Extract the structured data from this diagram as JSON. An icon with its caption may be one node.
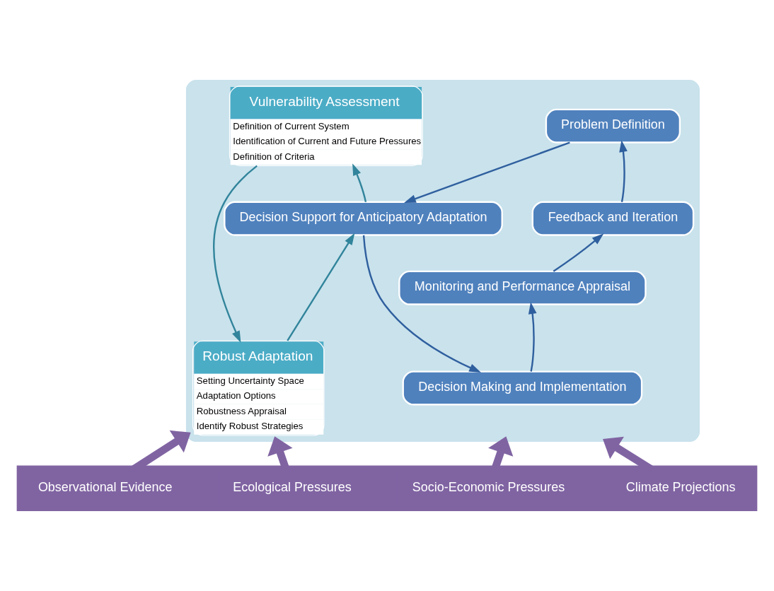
{
  "diagram": {
    "nodes": [
      {
        "text": [],
        "shape": "box"
      },
      {
        "text": [
          "Problem Definition"
        ],
        "in": 0
      },
      {
        "text": [
          "Feedback and Iteration"
        ],
        "in": 0
      },
      {
        "text": [
          "Monitoring and Performance Appraisal"
        ],
        "in": 0
      },
      {
        "text": [
          "Decision Making and Implementation"
        ],
        "in": 0
      },
      {
        "text": [
          "Decision Support for Anticipatory Adaptation"
        ],
        "in": 0
      },
      {
        "text": [
          "Vulnerability Assessment",
          "Definition of Current System",
          "Identification of Current and Future Pressures",
          "Definition of Criteria"
        ],
        "in": 0
      },
      {
        "text": [
          "Robust Adaptation",
          "Setting Uncertainty Space",
          "Adaptation Options",
          "Robustness Appraisal",
          "Identify Robust Strategies"
        ],
        "in": 0
      },
      {
        "text": [],
        "shape": "bar"
      },
      {
        "text": [
          "Climate Projections"
        ],
        "in": 8
      },
      {
        "text": [
          "Socio-Economic Pressures"
        ],
        "in": 8
      },
      {
        "text": [
          "Ecological Pressures"
        ],
        "in": 8
      },
      {
        "text": [
          "Observational Evidence"
        ],
        "in": 8
      }
    ],
    "edges": [
      {
        "from": 1,
        "to": 5,
        "arrow": "to"
      },
      {
        "from": 5,
        "to": 4,
        "arrow": "to"
      },
      {
        "from": 4,
        "to": 3,
        "arrow": "to"
      },
      {
        "from": 3,
        "to": 2,
        "arrow": "to"
      },
      {
        "from": 2,
        "to": 1,
        "arrow": "to"
      },
      {
        "from": 5,
        "to": 6,
        "arrow": "to",
        "color": "#31849b"
      },
      {
        "from": 6,
        "to": 7,
        "arrow": "to",
        "color": "#31849b"
      },
      {
        "from": 7,
        "to": 5,
        "arrow": "to",
        "color": "#31849b"
      },
      {
        "from": 9,
        "to": 0,
        "arrow": "to",
        "style": "thick",
        "color": "#8064a2"
      },
      {
        "from": 10,
        "to": 0,
        "arrow": "to",
        "style": "thick",
        "color": "#8064a2"
      },
      {
        "from": 11,
        "to": 0,
        "arrow": "to",
        "style": "thick",
        "color": "#8064a2"
      },
      {
        "from": 12,
        "to": 0,
        "arrow": "to",
        "style": "thick",
        "color": "#8064a2"
      }
    ]
  }
}
